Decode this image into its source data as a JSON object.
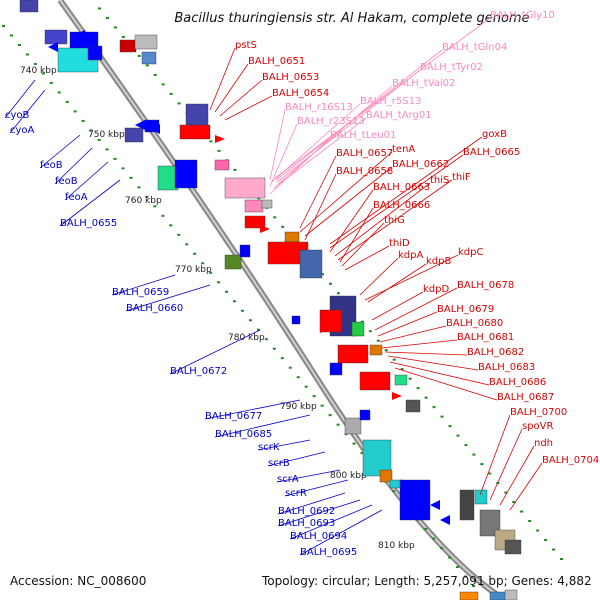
{
  "title": "Bacillus thuringiensis str. Al Hakam, complete genome",
  "footer": {
    "accession": "Accession: NC_008600",
    "summary": "Topology: circular; Length: 5,257,091 bp; Genes: 4,882"
  },
  "colors": {
    "forward_gene": "#ff0000",
    "reverse_gene": "#0000ff",
    "rna_gene": "#ffaacc",
    "label_forward": "#dd0000",
    "label_reverse": "#0000cc",
    "label_rna": "#ff88bb",
    "backbone": "#888888",
    "tick": "#228822"
  },
  "kbp_labels": [
    "740 kbp",
    "750 kbp",
    "760 kbp",
    "770 kbp",
    "780 kbp",
    "790 kbp",
    "800 kbp",
    "810 kbp"
  ],
  "labels_reverse": [
    "cyoB",
    "cyoA",
    "feoB",
    "feoB",
    "feoA",
    "BALH_0655",
    "BALH_0659",
    "BALH_0660",
    "BALH_0672",
    "BALH_0677",
    "BALH_0685",
    "scrK",
    "scrB",
    "scrA",
    "scrR",
    "BALH_0692",
    "BALH_0693",
    "BALH_0694",
    "BALH_0695"
  ],
  "labels_forward": [
    "pstS",
    "BALH_0651",
    "BALH_0653",
    "BALH_0654",
    "BALH_0657",
    "tenA",
    "BALH_0662",
    "BALH_0658",
    "goxB",
    "BALH_0665",
    "BALH_0663",
    "thiS",
    "thiF",
    "BALH_0666",
    "thiG",
    "thiD",
    "kdpC",
    "kdpA",
    "kdpB",
    "kdpD",
    "BALH_0678",
    "BALH_0679",
    "BALH_0680",
    "BALH_0681",
    "BALH_0682",
    "BALH_0683",
    "BALH_0686",
    "BALH_0687",
    "BALH_0700",
    "spoVR",
    "ndh",
    "BALH_0704"
  ],
  "labels_rna": [
    "BALH_tGly10",
    "BALH_tGln04",
    "BALH_tTyr02",
    "BALH_tVal02",
    "BALH_r16S13",
    "BALH_r5S13",
    "BALH_r23S13",
    "BALH_tArg01",
    "BALH_tLeu01"
  ]
}
